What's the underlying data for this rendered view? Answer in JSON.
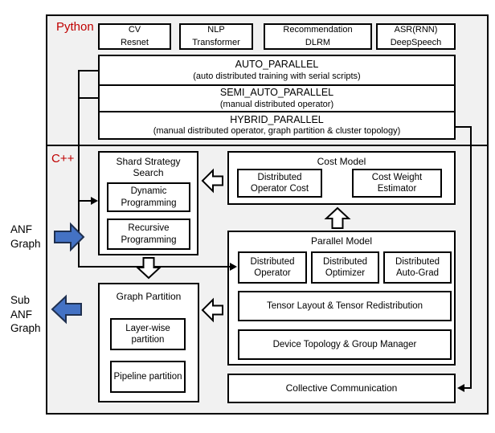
{
  "colors": {
    "section_background": "#f1f1f1",
    "border": "#000000",
    "section_label_red": "#c00000",
    "flow_arrow_blue": "#4472c4"
  },
  "python_section": {
    "label": "Python",
    "app_boxes": [
      {
        "line1": "CV",
        "line2": "Resnet"
      },
      {
        "line1": "NLP",
        "line2": "Transformer"
      },
      {
        "line1": "Recommendation",
        "line2": "DLRM"
      },
      {
        "line1": "ASR(RNN)",
        "line2": "DeepSpeech"
      }
    ],
    "parallel_modes": [
      {
        "title": "AUTO_PARALLEL",
        "subtitle": "(auto distributed training with serial scripts)"
      },
      {
        "title": "SEMI_AUTO_PARALLEL",
        "subtitle": "(manual distributed operator)"
      },
      {
        "title": "HYBRID_PARALLEL",
        "subtitle": "(manual distributed operator, graph partition & cluster topology)"
      }
    ]
  },
  "cpp_section": {
    "label": "C++",
    "shard_strategy_search": {
      "title": "Shard Strategy Search",
      "items": [
        "Dynamic Programming",
        "Recursive Programming"
      ]
    },
    "cost_model": {
      "title": "Cost Model",
      "items": [
        "Distributed Operator Cost",
        "Cost Weight Estimator"
      ]
    },
    "parallel_model": {
      "title": "Parallel Model",
      "row_items": [
        "Distributed Operator",
        "Distributed Optimizer",
        "Distributed Auto-Grad"
      ],
      "wide_items": [
        "Tensor Layout & Tensor Redistribution",
        "Device Topology & Group Manager"
      ]
    },
    "graph_partition": {
      "title": "Graph Partition",
      "items": [
        "Layer-wise partition",
        "Pipeline partition"
      ]
    },
    "collective_communication": "Collective Communication"
  },
  "io_labels": {
    "input": "ANF Graph",
    "output": "Sub ANF Graph"
  }
}
